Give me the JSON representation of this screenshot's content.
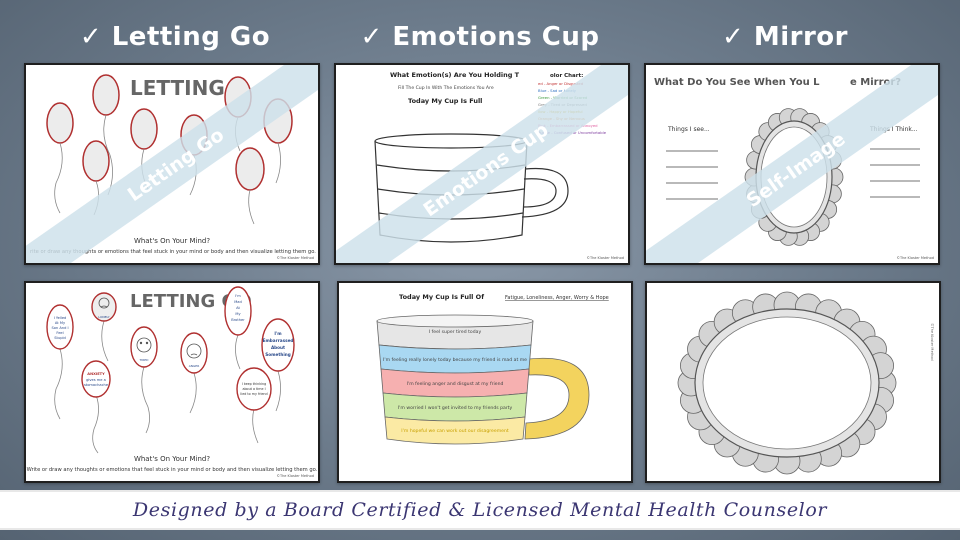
{
  "columns": {
    "letting_go": "✓ Letting Go",
    "emotions_cup": "✓ Emotions Cup",
    "mirror": "✓ Mirror"
  },
  "letting_go_blank": {
    "title": "LETTING G",
    "ribbon": "Letting Go",
    "prompt": "What's On Your Mind?",
    "instructions": "rite or draw any thoughts or emotions that feel stuck in your mind or body and then visualize letting them go."
  },
  "letting_go_example": {
    "title": "LETTING GO",
    "prompt": "What's On Your Mind?",
    "instructions": "Write or draw any thoughts or emotions that feel stuck in your mind or body and then visualize letting them go.",
    "balloons": {
      "b1": [
        "I Yelled",
        "At My",
        "Son And I",
        "Feel",
        "Stupid"
      ],
      "b2": "LONELY",
      "b3": [
        "I'm",
        "Mad",
        "At",
        "My",
        "Brother"
      ],
      "b4": [
        "ANXIETY",
        "gives me a",
        "stomachache"
      ],
      "b5": "TIRED",
      "b6": "ANGER",
      "b7": [
        "I'm",
        "Embarrassed",
        "About",
        "Something"
      ],
      "b8": [
        "I keep thinking",
        "about a time I",
        "lied to my friend"
      ]
    }
  },
  "emotions_cup_blank": {
    "title": "What Emotion(s) Are You Holding T",
    "subtitle": "Fill The Cup In With The Emotions You Are",
    "cup_label": "Today My Cup Is Full",
    "ribbon": "Emotions Cup",
    "color_chart_title": "olor Chart:",
    "color_chart": [
      "ed - Anger or Disgusted",
      "Blue - Sad or Lonely",
      "Green - Worried or Scared",
      "Grey - Tired or Depressed",
      "llow - Happy or Hopeful",
      "Orange - Shy or Nervous",
      "Pink - Embarrassed or Annoyed",
      "Purple - Confused or Uncomfortable"
    ]
  },
  "emotions_cup_example": {
    "title_prefix": "Today My Cup Is Full Of",
    "title_fill": "Fatigue, Loneliness, Anger, Worry & Hope",
    "layers": [
      "I feel super tired today",
      "I'm feeling really lonely today because my friend is mad at me",
      "I'm feeling anger and disgust at my friend",
      "I'm worried I won't get invited to my friends party",
      "I'm hopeful we can work out our disagreement"
    ],
    "layer_colors": [
      "#e6e6e6",
      "#a9d8f2",
      "#f6b0b0",
      "#cde8a8",
      "#fbeaa4"
    ],
    "handle_color": "#f3d35e"
  },
  "mirror_blank": {
    "title": "What Do You See When You L",
    "title_end": "e Mirror?",
    "ribbon": "Self-Image",
    "left_label": "Things I see...",
    "right_label": "Things I Think..."
  },
  "copyright": "©The Kloster Method",
  "footer": "Designed by a Board Certified & Licensed Mental Health Counselor"
}
